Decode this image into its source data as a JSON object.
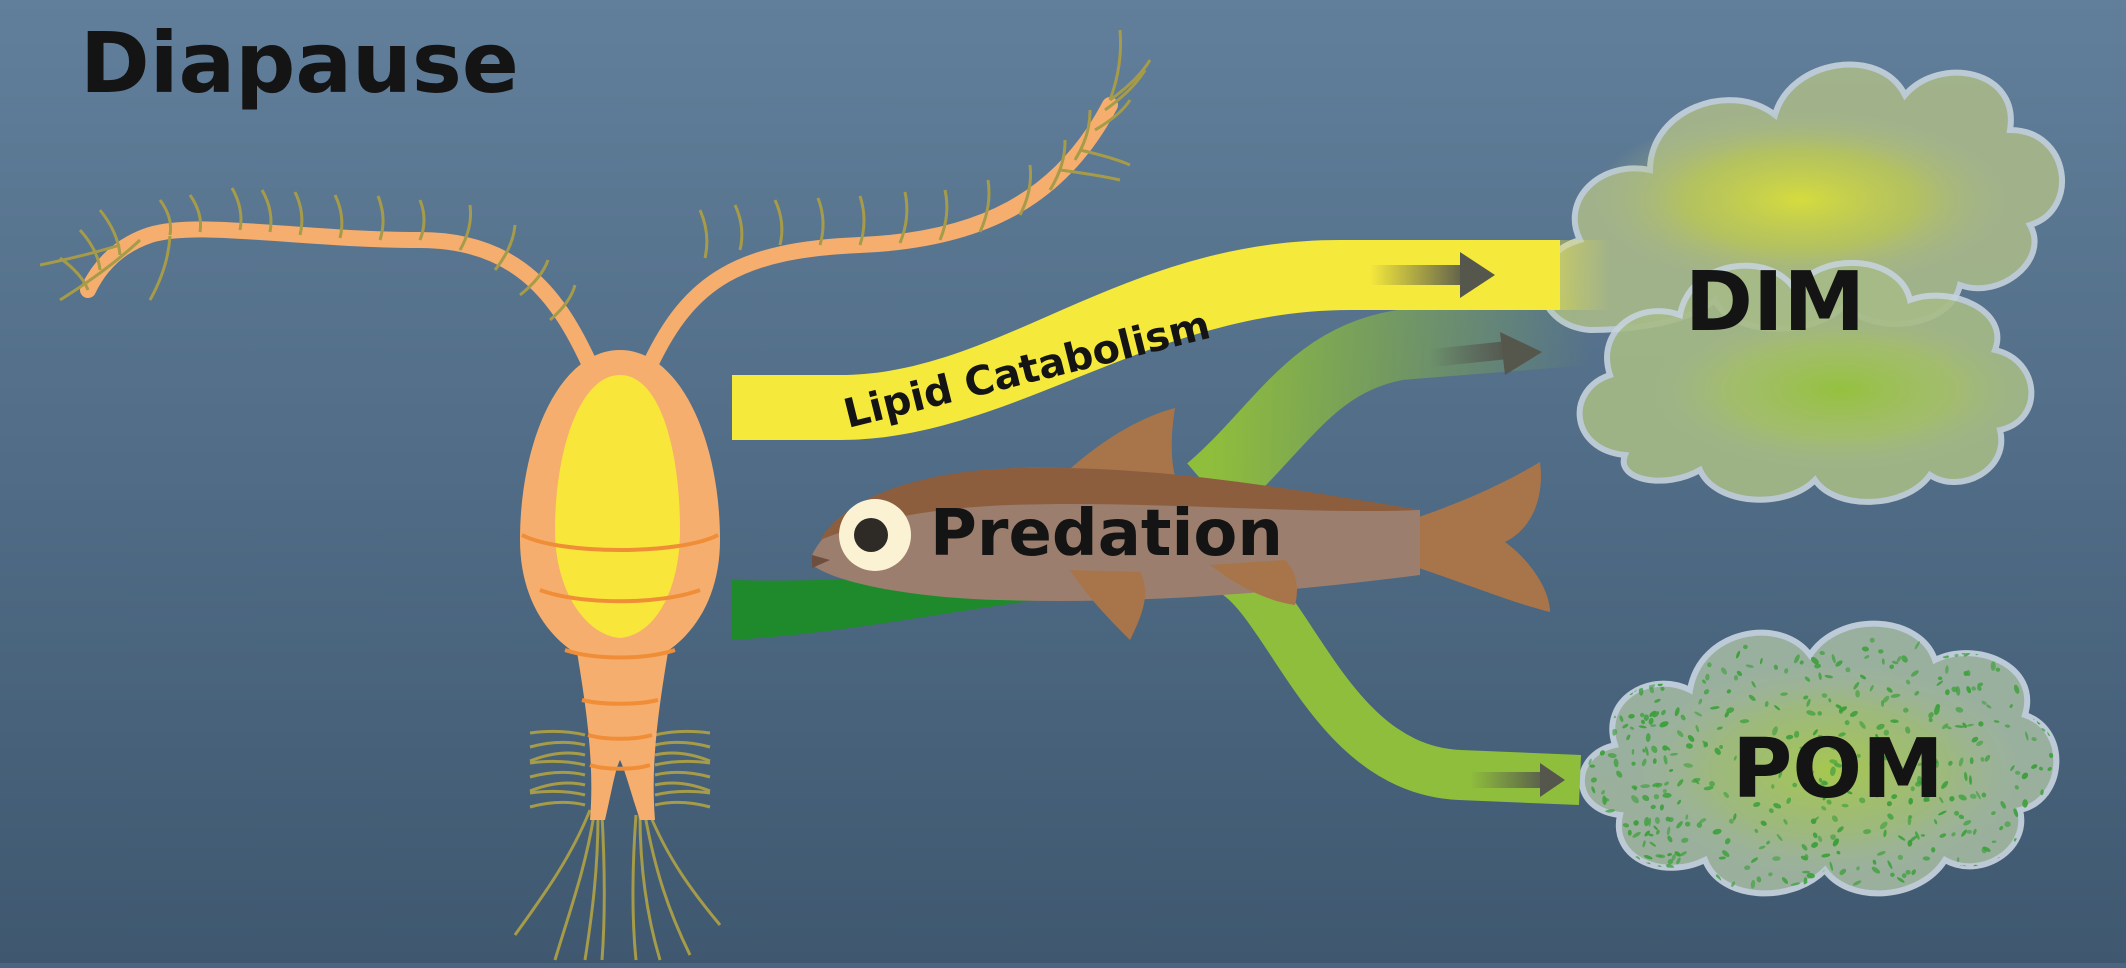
{
  "title": "Diapause",
  "labels": {
    "lipid": "Lipid Catabolism",
    "predation": "Predation",
    "dim": "DIM",
    "pom": "POM"
  },
  "colors": {
    "background_top": "#617f9b",
    "background_bottom": "#3f5870",
    "copepod_body": "#f5ae6e",
    "copepod_segment": "#f08e38",
    "lipid_sac": "#f8e63a",
    "setae": "#a59b48",
    "lipid_flow": "#f5e93c",
    "predation_flow": "#8fbe3c",
    "dark_green_flow": "#1e8a2c",
    "fish_body": "#9b7e6e",
    "fish_back": "#8c5e3e",
    "fish_fin": "#a8754a",
    "fish_eye": "#fbf2d4",
    "dim_cloud_tint": "#d8de3a",
    "pom_speckle": "#3ea03c",
    "arrow": "#55574d"
  }
}
